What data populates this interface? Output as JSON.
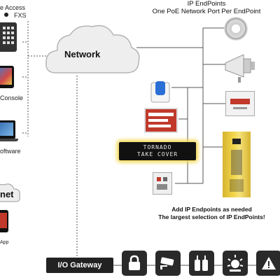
{
  "diagram": {
    "top_title": [
      "IP EndPoints",
      "One PoE Network Port Per EndPoint"
    ],
    "left_labels": {
      "top_fragment": "e Access",
      "sub_fragment": "FXS",
      "console": "Console",
      "software": "oftware",
      "internet": "net",
      "app": "App"
    },
    "network_label": "Network",
    "led_text": [
      "TORNADO",
      "TAKE COVER"
    ],
    "footer": [
      "Add IP Endpoints as needed",
      "The largest selection of IP EndPoints!"
    ],
    "gateway_label": "I/O Gateway",
    "gateway_icons": [
      "lock-icon",
      "camera-icon",
      "radio-icon",
      "strobe-icon",
      "alert-icon"
    ],
    "colors": {
      "tile": "#2a2a2a",
      "cloud_fill": "#eeeeee",
      "line": "#555555",
      "yellow": "#f3d64b"
    }
  }
}
